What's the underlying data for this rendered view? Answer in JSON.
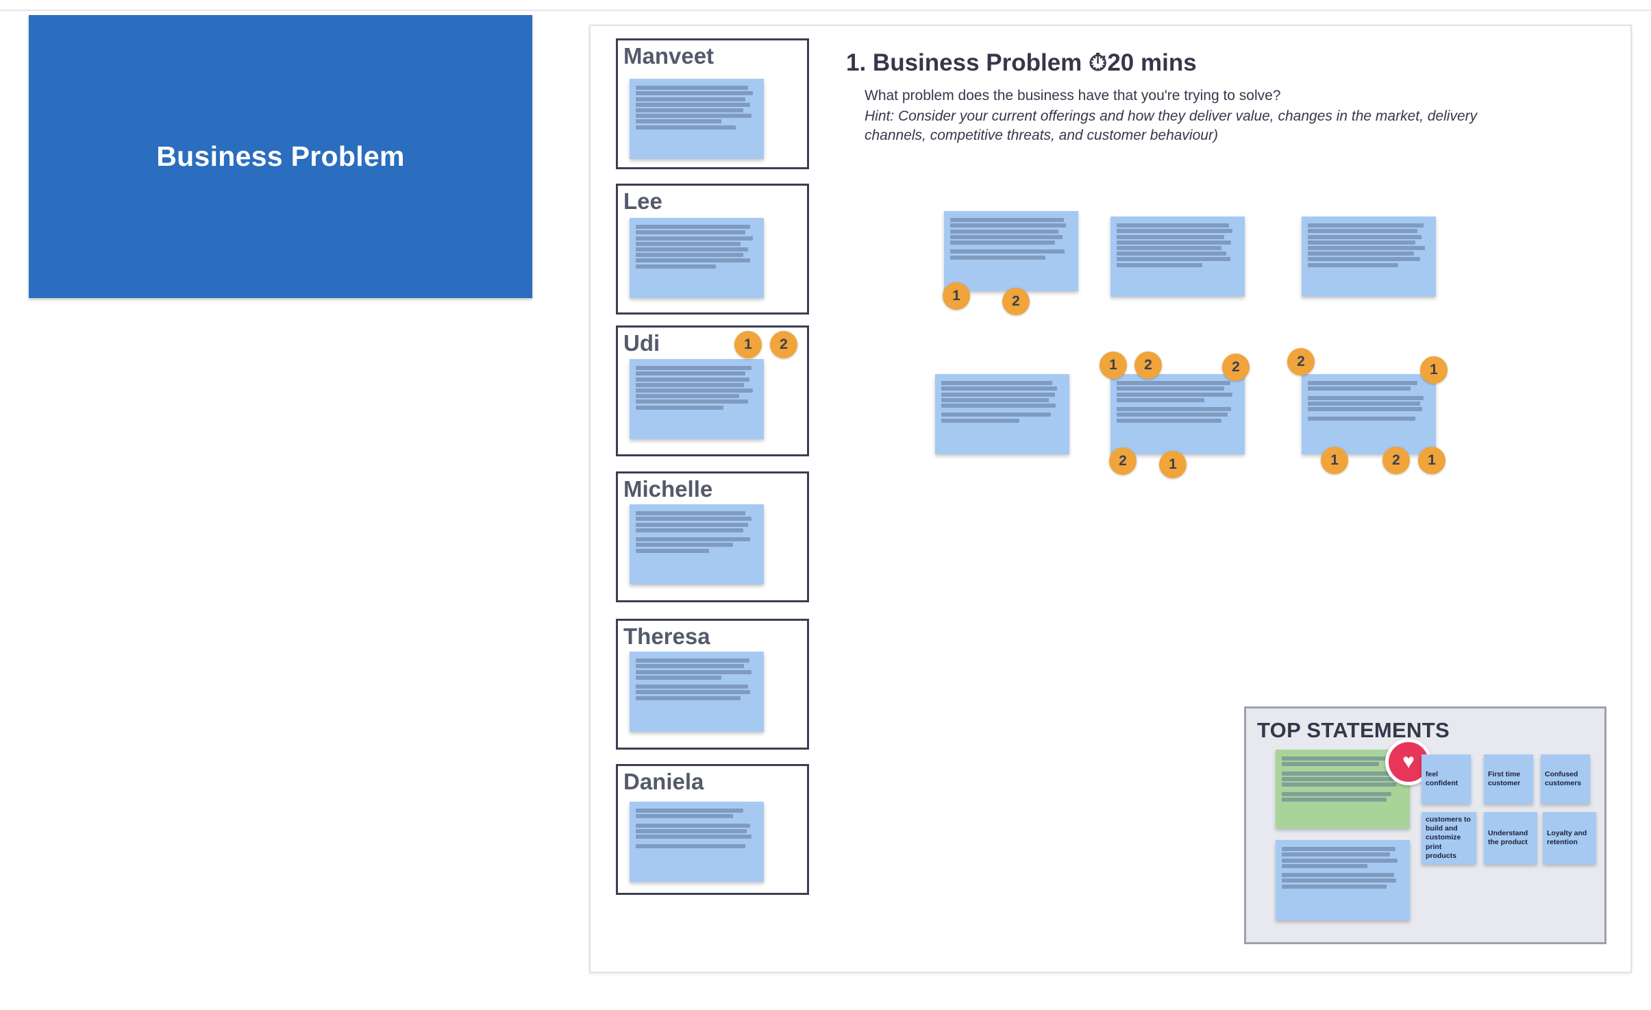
{
  "title_card": {
    "text": "Business Problem"
  },
  "section": {
    "heading": "1. Business Problem ⏱20 mins",
    "question": "What problem does the business have that you're trying to solve?",
    "hint": "Hint: Consider your current offerings and how they deliver value, changes in the market, delivery channels, competitive threats, and customer behaviour)"
  },
  "participants": [
    {
      "name": "Manveet"
    },
    {
      "name": "Lee"
    },
    {
      "name": "Udi",
      "votes": [
        "1",
        "2"
      ]
    },
    {
      "name": "Michelle"
    },
    {
      "name": "Theresa"
    },
    {
      "name": "Daniela"
    }
  ],
  "cluster_votes": {
    "a": [
      "1",
      "2"
    ],
    "e": [
      "1",
      "2",
      "2",
      "2",
      "1"
    ],
    "f": [
      "2",
      "1",
      "1",
      "2",
      "1"
    ]
  },
  "top_statements": {
    "title": "TOP STATEMENTS",
    "tags": [
      "feel confident",
      "First time customer",
      "Confused customers",
      "customers to build and customize print products",
      "Understand the product",
      "Loyalty and retention"
    ]
  },
  "icons": {
    "favorite": "heart-icon"
  },
  "colors": {
    "title_card": "#2b6dbe",
    "sticky": "#a6c9f2",
    "sticky_green": "#a8d49a",
    "vote": "#f0a43a",
    "heart": "#e8365a"
  }
}
